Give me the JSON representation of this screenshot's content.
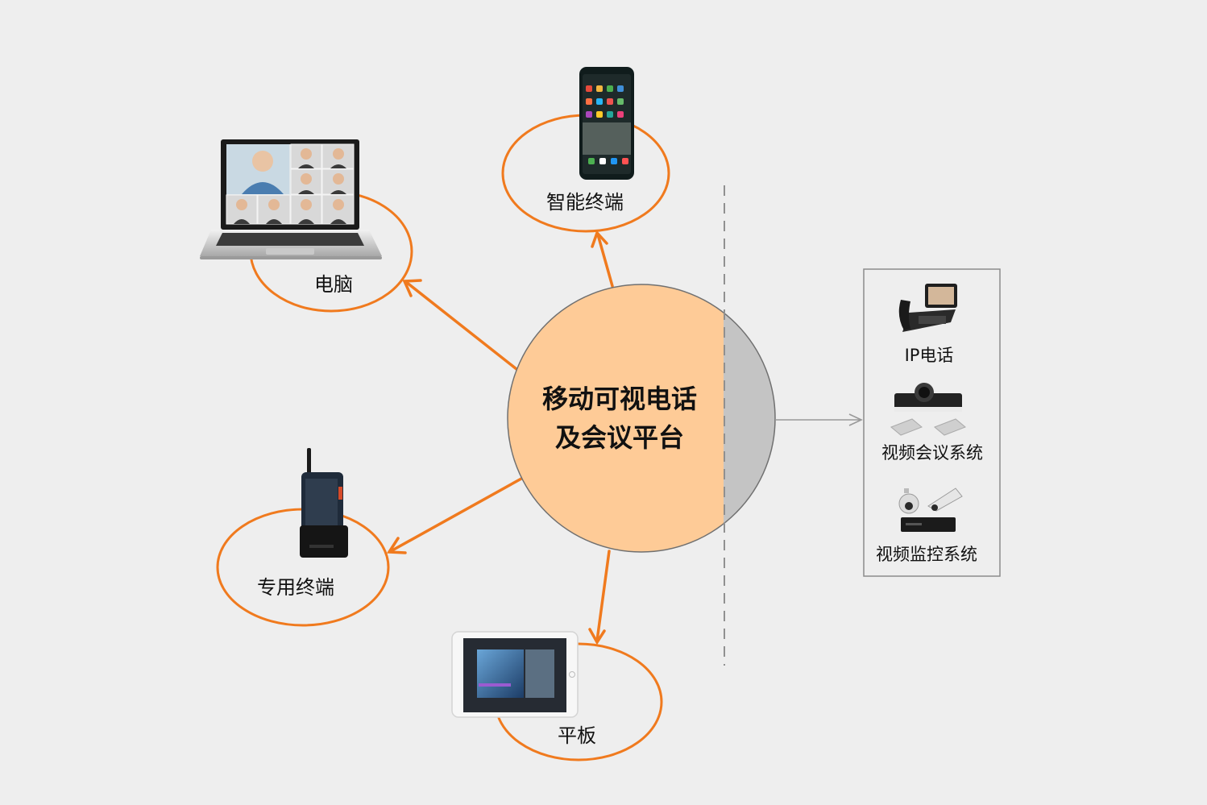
{
  "center": {
    "line1": "移动可视电话",
    "line2": "及会议平台"
  },
  "clients": {
    "computer": "电脑",
    "smart_terminal": "智能终端",
    "dedicated_terminal": "专用终端",
    "tablet": "平板"
  },
  "external_systems": {
    "ip_phone": "IP电话",
    "video_conference": "视频会议系统",
    "video_surveillance": "视频监控系统"
  },
  "colors": {
    "background": "#eeeeee",
    "accent": "#f07a1e",
    "platform_fill": "#fecb97",
    "divider": "#999999",
    "gray_segment": "#c4c4c4"
  }
}
